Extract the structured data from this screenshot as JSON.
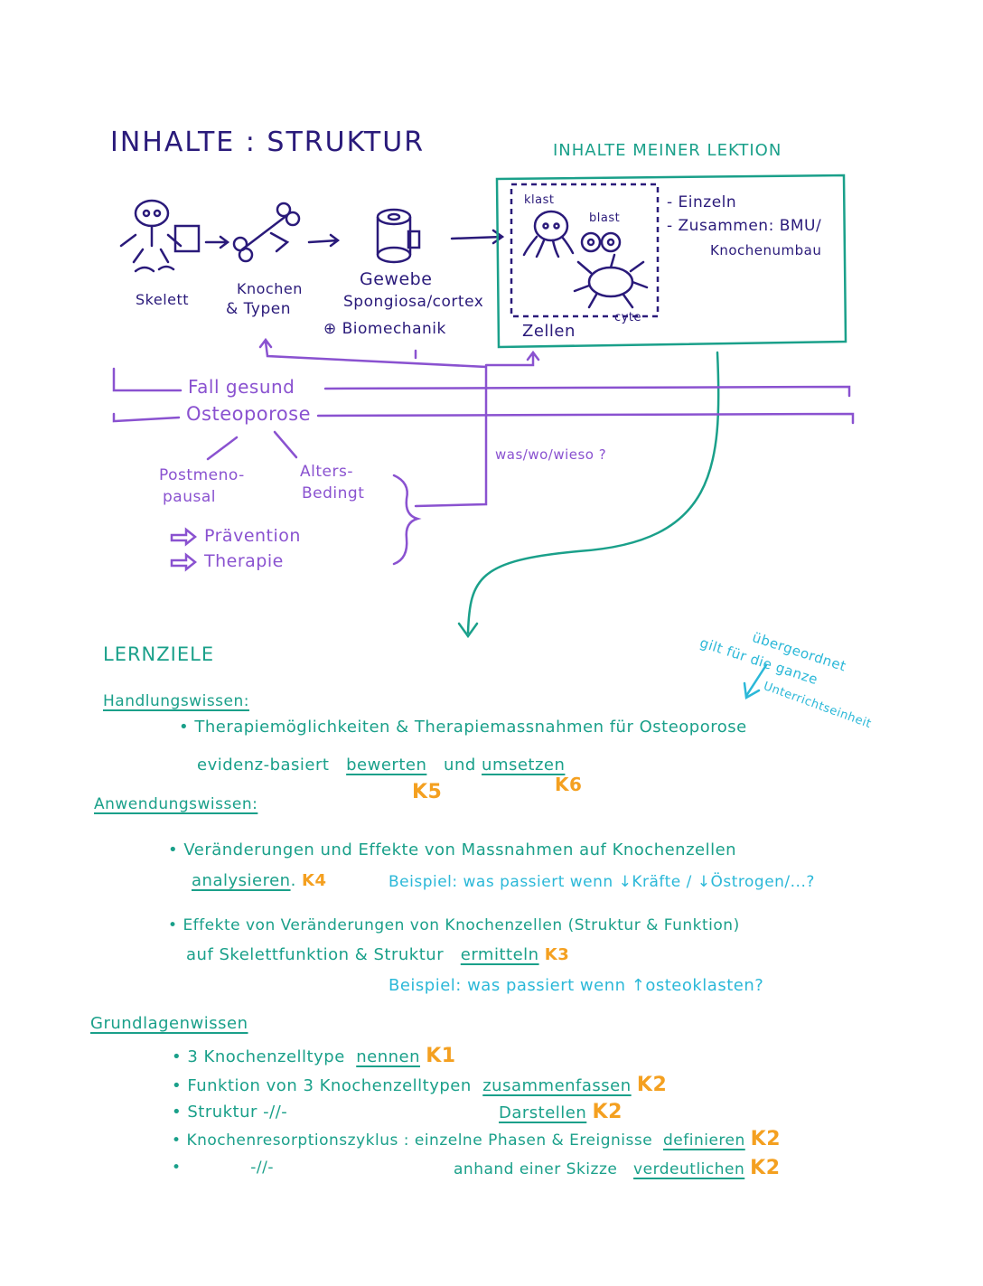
{
  "struktur": {
    "title": "INHALTE : STRUKTUR",
    "box_title": "INHALTE MEINER LEKTION",
    "skelett": "Skelett",
    "knochen_line1": "Knochen",
    "knochen_line2": "& Typen",
    "gewebe_line1": "Gewebe",
    "gewebe_line2": "Spongiosa/cortex",
    "gewebe_line3": "⊕ Biomechanik",
    "klast": "klast",
    "blast": "blast",
    "cyte": "cyte",
    "zellen": "Zellen",
    "box_note1": "- Einzeln",
    "box_note2": "- Zusammen: BMU/",
    "box_note3": "Knochenumbau",
    "fall_gesund": "Fall gesund",
    "osteoporose": "Osteoporose",
    "postmeno_line1": "Postmeno-",
    "postmeno_line2": "pausal",
    "alters_line1": "Alters-",
    "alters_line2": "Bedingt",
    "praevention": "Prävention",
    "therapie": "Therapie",
    "was_wo_wieso": "was/wo/wieso ?"
  },
  "lernziele": {
    "title": "LERNZIELE",
    "side_note_line1": "übergeordnet",
    "side_note_line2": "gilt für die ganze",
    "side_note_line3": "Unterrichtseinheit",
    "handlungswissen": {
      "heading": "Handlungswissen:",
      "item1_line1": "Therapiemöglichkeiten & Therapiemassnahmen für Osteoporose",
      "item1_line2_a": "evidenz-basiert",
      "item1_verb1": "bewerten",
      "item1_und": "und",
      "item1_verb2": "umsetzen",
      "k_a": "K5",
      "k_b": "K6"
    },
    "anwendungswissen": {
      "heading": "Anwendungswissen:",
      "item1_line1": "Veränderungen und Effekte von Massnahmen auf Knochenzellen",
      "item1_verb": "analysieren",
      "item1_k": "K4",
      "item1_example": "Beispiel: was passiert wenn ↓Kräfte / ↓Östrogen/...?",
      "item2_line1": "Effekte von Veränderungen von Knochenzellen (Struktur & Funktion)",
      "item2_line2_a": "auf Skelettfunktion & Struktur",
      "item2_verb": "ermitteln",
      "item2_k": "K3",
      "item2_example": "Beispiel: was passiert wenn ↑osteoklasten?"
    },
    "grundlagenwissen": {
      "heading": "Grundlagenwissen",
      "item1_text": "3 Knochenzelltype",
      "item1_verb": "nennen",
      "item1_k": "K1",
      "item2_text": "Funktion von 3 Knochenzelltypen",
      "item2_verb": "zusammenfassen",
      "item2_k": "K2",
      "item3_text": "Struktur -//-",
      "item3_verb": "Darstellen",
      "item3_k": "K2",
      "item4_text": "Knochenresorptionszyklus : einzelne Phasen & Ereignisse",
      "item4_verb": "definieren",
      "item4_k": "K2",
      "item5_text": "-//-",
      "item5_text_b": "anhand einer Skizze",
      "item5_verb": "verdeutlichen",
      "item5_k": "K2"
    }
  },
  "colors": {
    "navy": "#2a1a7a",
    "purple": "#8a52d0",
    "teal": "#1aa08a",
    "cyan": "#2bb8d8",
    "orange": "#f4a020"
  }
}
